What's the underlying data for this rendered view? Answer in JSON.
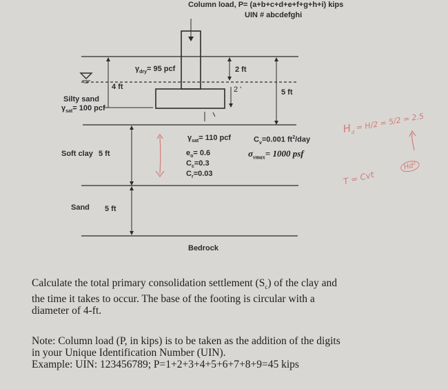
{
  "header": {
    "title": "Column load, P= (a+b+c+d+e+f+g+h+i) kips",
    "uin": "UIN # abcdefghi"
  },
  "diagram": {
    "gamma_dry_label": "γ",
    "gamma_dry_sub": "dry",
    "gamma_dry_value": "= 95 pcf",
    "footing_width": "2 ft",
    "depth_top": "4 ft",
    "depth_footing": "5 ft",
    "footing_thickness": "2 '",
    "silty_sand_name": "Silty sand",
    "silty_sand_gamma": "γ",
    "silty_sand_gamma_sub": "sat",
    "silty_sand_gamma_value": "= 100 pcf",
    "clay_name": "Soft clay",
    "clay_thickness": "5 ft",
    "clay_gamma": "γ",
    "clay_gamma_sub": "sat",
    "clay_gamma_value": "= 110 pcf",
    "clay_e0": "e",
    "clay_e0_sub": "o",
    "clay_e0_value": "= 0.6",
    "clay_cc": "C",
    "clay_cc_sub": "c",
    "clay_cc_value": "=0.3",
    "clay_cr": "C",
    "clay_cr_sub": "r",
    "clay_cr_value": "=0.03",
    "clay_cv": "C",
    "clay_cv_sub": "v",
    "clay_cv_value": "=0.001 ft",
    "clay_cv_sup": "2",
    "clay_cv_unit": "/day",
    "clay_sigma_max": "σ",
    "clay_sigma_sub": "vmax",
    "clay_sigma_value": "= 1000 psf",
    "sand_name": "Sand",
    "sand_thickness": "5 ft",
    "bedrock": "Bedrock"
  },
  "annotations": {
    "hd_formula": "H",
    "hd_sub": "d",
    "hd_rest": " = H/2 = 5/2 = 2.5",
    "tv": "T = Cvt",
    "tv_denom": "Hd²"
  },
  "question": {
    "main_line1": "Calculate the total primary consolidation settlement (S",
    "main_sub": "c",
    "main_line1_end": ") of the clay and",
    "main_line2": "the time it takes to occur. The base of the footing is circular with a",
    "main_line3": "diameter of 4-ft.",
    "note_line1": "Note: Column load (P, in kips) is to be taken as the addition of the digits",
    "note_line2": "in your Unique Identification Number (UIN).",
    "note_line3": "Example: UIN: 123456789; P=1+2+3+4+5+6+7+8+9=45 kips"
  }
}
